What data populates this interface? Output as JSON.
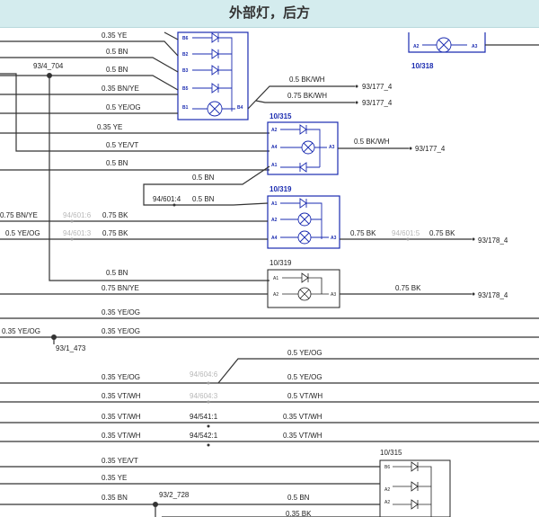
{
  "header": {
    "title": "外部灯，后方"
  },
  "components": {
    "c10_318": "10/318",
    "c10_315": "10/315",
    "c10_319": "10/319",
    "c10_319b": "10/319",
    "c10_315b": "10/315"
  },
  "pins": {
    "b6": "B6",
    "b2": "B2",
    "b3": "B3",
    "b5": "B5",
    "b1": "B1",
    "b4": "B4",
    "a2": "A2",
    "a4": "A4",
    "a1": "A1",
    "a3": "A3"
  },
  "wires": {
    "w1": "0.35 YE",
    "w2": "0.5 BN",
    "w3": "0.5 BN",
    "w4": "0.35 BN/YE",
    "w5": "0.5 YE/OG",
    "w6": "0.35 YE",
    "w7": "0.5 YE/VT",
    "w8": "0.5 BN",
    "bkwh1": "0.5 BK/WH",
    "bkwh2": "0.75 BK/WH",
    "bkwh3": "0.5 BK/WH",
    "bn_s1": "0.5 BN",
    "bn_s2": "0.5 BN",
    "bnye_l": "0.75 BN/YE",
    "bk1": "0.75 BK",
    "yeog_l": "0.5 YE/OG",
    "bk2": "0.75 BK",
    "bk_r1": "0.75 BK",
    "bk_r2": "0.75 BK",
    "bn3": "0.5 BN",
    "bnye2": "0.75 BN/YE",
    "bk_r3": "0.75 BK",
    "yeog1": "0.35 YE/OG",
    "yeog_l2": "0.35 YE/OG",
    "yeog2": "0.35 YE/OG",
    "yeog_r1": "0.5 YE/OG",
    "yeog3": "0.35 YE/OG",
    "yeog_r2": "0.5 YE/OG",
    "vtwh1": "0.35 VT/WH",
    "vtwh_r1": "0.5 VT/WH",
    "vtwh2": "0.35 VT/WH",
    "vtwh_r2": "0.35 VT/WH",
    "vtwh3": "0.35 VT/WH",
    "vtwh_r3": "0.35 VT/WH",
    "yevt2": "0.35 YE/VT",
    "ye3": "0.35 YE",
    "bn4": "0.35 BN",
    "bn_r4": "0.5 BN",
    "bk_r4": "0.35 BK"
  },
  "splices": {
    "s93_4_704": "93/4_704",
    "s94_601_4": "94/601:4",
    "s94_601_6": "94/601:6",
    "s94_601_3": "94/601:3",
    "s94_601_5": "94/601:5",
    "s93_1_473": "93/1_473",
    "s94_604_6": "94/604:6",
    "s94_604_3": "94/604:3",
    "s94_541_1": "94/541:1",
    "s94_542_1": "94/542:1",
    "s93_2_728": "93/2_728"
  },
  "refs": {
    "r1": "93/177_4",
    "r2": "93/177_4",
    "r3": "93/177_4",
    "r4": "93/178_4",
    "r5": "93/178_4"
  },
  "colors": {
    "header_bg": "#d4ecee",
    "component_blue": "#1a2bb0",
    "wire": "#333333"
  }
}
